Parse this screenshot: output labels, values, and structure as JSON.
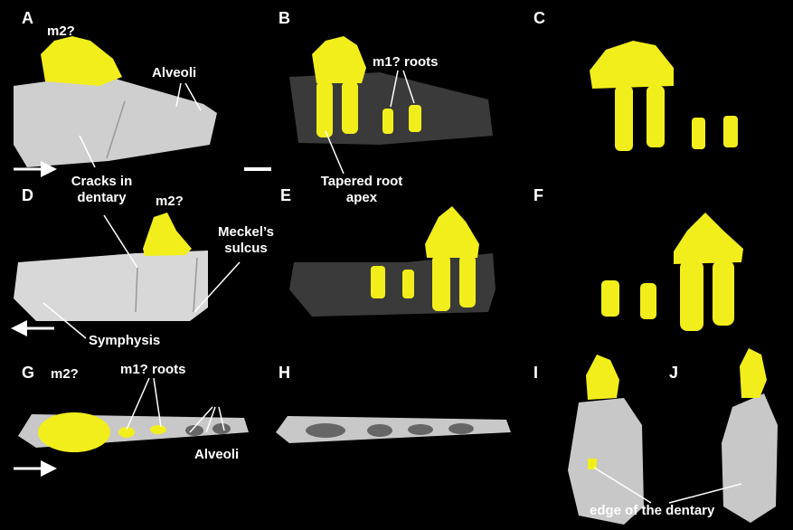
{
  "panels": [
    "A",
    "B",
    "C",
    "D",
    "E",
    "F",
    "G",
    "H",
    "I",
    "J"
  ],
  "labels": {
    "m2": "m2?",
    "alveoli": "Alveoli",
    "m1_roots": "m1? roots",
    "tapered_1": "Tapered root",
    "tapered_2": "apex",
    "cracks_1": "Cracks in",
    "cracks_2": "dentary",
    "meckel_1": "Meckel’s",
    "meckel_2": "sulcus",
    "symphysis": "Symphysis",
    "edge": "edge of the dentary"
  },
  "colors": {
    "tooth": "#f2ee1c",
    "bone": "#d8d8d8",
    "translucent": "#3a3a3a",
    "background": "#000000"
  }
}
